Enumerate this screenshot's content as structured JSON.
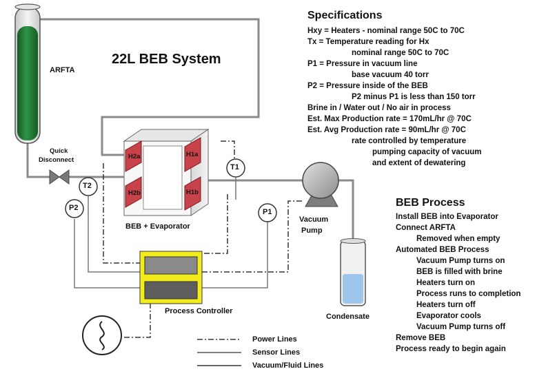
{
  "diagram": {
    "title": "22L BEB System",
    "components": {
      "arfta": "ARFTA",
      "quick_disconnect": [
        "Quick",
        "Disconnect"
      ],
      "beb_evaporator": "BEB + Evaporator",
      "heaters": [
        "H2a",
        "H2b",
        "H1a",
        "H1b"
      ],
      "sensors": [
        "T1",
        "T2",
        "P1",
        "P2"
      ],
      "vacuum_pump": [
        "Vacuum",
        "Pump"
      ],
      "condensate": "Condensate",
      "process_controller": "Process Controller"
    },
    "legend": [
      "Power Lines",
      "Sensor Lines",
      "Vacuum/Fluid Lines"
    ]
  },
  "specifications": {
    "heading": "Specifications",
    "lines": [
      "Hxy  = Heaters - nominal range 50C to 70C",
      "Tx    = Temperature reading for Hx",
      "nominal range 50C to 70C",
      "P1    = Pressure in vacuum line",
      "base vacuum 40 torr",
      "P2    = Pressure inside of the BEB",
      "P2 minus P1 is less than 150 torr",
      "Brine in / Water out / No air in process",
      "Est. Max Production rate = 170mL/hr @ 70C",
      "Est. Avg Production rate = 90mL/hr @ 70C",
      "rate controlled by temperature",
      "pumping capacity of vacuum",
      "and extent of dewatering"
    ]
  },
  "beb_process": {
    "heading": "BEB Process",
    "lines": [
      "Install BEB into Evaporator",
      "Connect ARFTA",
      "Removed when empty",
      "Automated BEB Process",
      "Vacuum Pump turns on",
      "BEB is filled with brine",
      "Heaters turn on",
      "Process runs to completion",
      "Heaters turn off",
      "Evaporator cools",
      "Vacuum Pump turns off",
      "Remove BEB",
      "Process ready to begin again"
    ]
  },
  "colors": {
    "arfta_fill": "#1f7a32",
    "heater_fill": "#c8424a",
    "controller_frame": "#f2ec1c",
    "controller_box": "#7a7a7a",
    "condensate_fill": "#9ec6ea",
    "line_gray": "#8a8a8a"
  }
}
